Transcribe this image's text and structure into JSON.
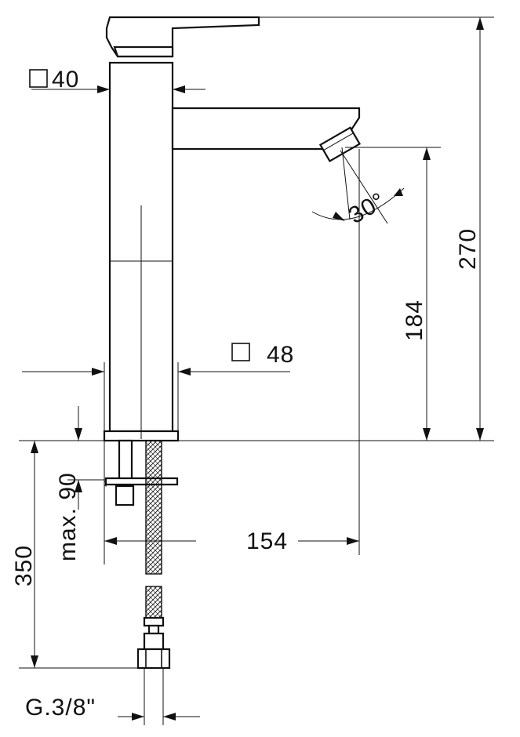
{
  "dimensions": {
    "square_top": "40",
    "square_base": "48",
    "angle": "30°",
    "height_total": "270",
    "height_spout": "184",
    "reach": "154",
    "max_deck": "max. 90",
    "hose_length": "350",
    "thread": "G.3/8\""
  }
}
